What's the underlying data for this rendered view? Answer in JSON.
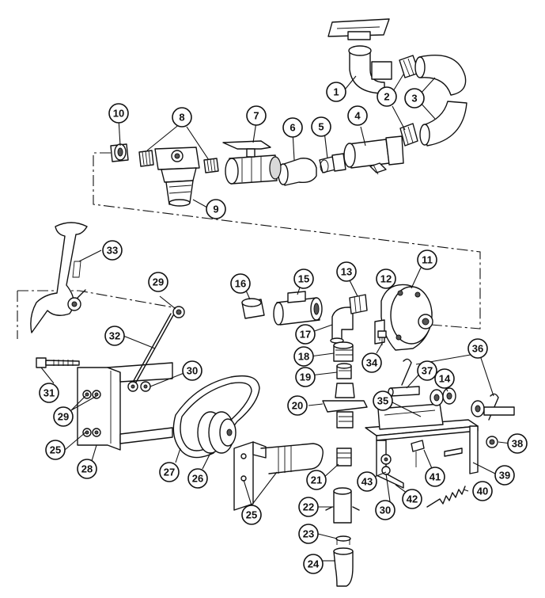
{
  "callouts": [
    {
      "id": "1",
      "label": "1"
    },
    {
      "id": "2",
      "label": "2"
    },
    {
      "id": "3",
      "label": "3"
    },
    {
      "id": "4",
      "label": "4"
    },
    {
      "id": "5",
      "label": "5"
    },
    {
      "id": "6",
      "label": "6"
    },
    {
      "id": "7",
      "label": "7"
    },
    {
      "id": "8",
      "label": "8"
    },
    {
      "id": "9",
      "label": "9"
    },
    {
      "id": "10",
      "label": "10"
    },
    {
      "id": "11",
      "label": "11"
    },
    {
      "id": "12",
      "label": "12"
    },
    {
      "id": "13",
      "label": "13"
    },
    {
      "id": "14",
      "label": "14"
    },
    {
      "id": "15",
      "label": "15"
    },
    {
      "id": "16",
      "label": "16"
    },
    {
      "id": "17",
      "label": "17"
    },
    {
      "id": "18",
      "label": "18"
    },
    {
      "id": "19",
      "label": "19"
    },
    {
      "id": "20",
      "label": "20"
    },
    {
      "id": "21",
      "label": "21"
    },
    {
      "id": "22",
      "label": "22"
    },
    {
      "id": "23",
      "label": "23"
    },
    {
      "id": "24",
      "label": "24"
    },
    {
      "id": "25a",
      "label": "25"
    },
    {
      "id": "25b",
      "label": "25"
    },
    {
      "id": "26",
      "label": "26"
    },
    {
      "id": "27",
      "label": "27"
    },
    {
      "id": "28",
      "label": "28"
    },
    {
      "id": "29a",
      "label": "29"
    },
    {
      "id": "29b",
      "label": "29"
    },
    {
      "id": "30a",
      "label": "30"
    },
    {
      "id": "30b",
      "label": "30"
    },
    {
      "id": "31",
      "label": "31"
    },
    {
      "id": "32",
      "label": "32"
    },
    {
      "id": "33",
      "label": "33"
    },
    {
      "id": "34",
      "label": "34"
    },
    {
      "id": "35",
      "label": "35"
    },
    {
      "id": "36",
      "label": "36"
    },
    {
      "id": "37",
      "label": "37"
    },
    {
      "id": "38",
      "label": "38"
    },
    {
      "id": "39",
      "label": "39"
    },
    {
      "id": "40",
      "label": "40"
    },
    {
      "id": "41",
      "label": "41"
    },
    {
      "id": "42",
      "label": "42"
    },
    {
      "id": "43",
      "label": "43"
    }
  ]
}
